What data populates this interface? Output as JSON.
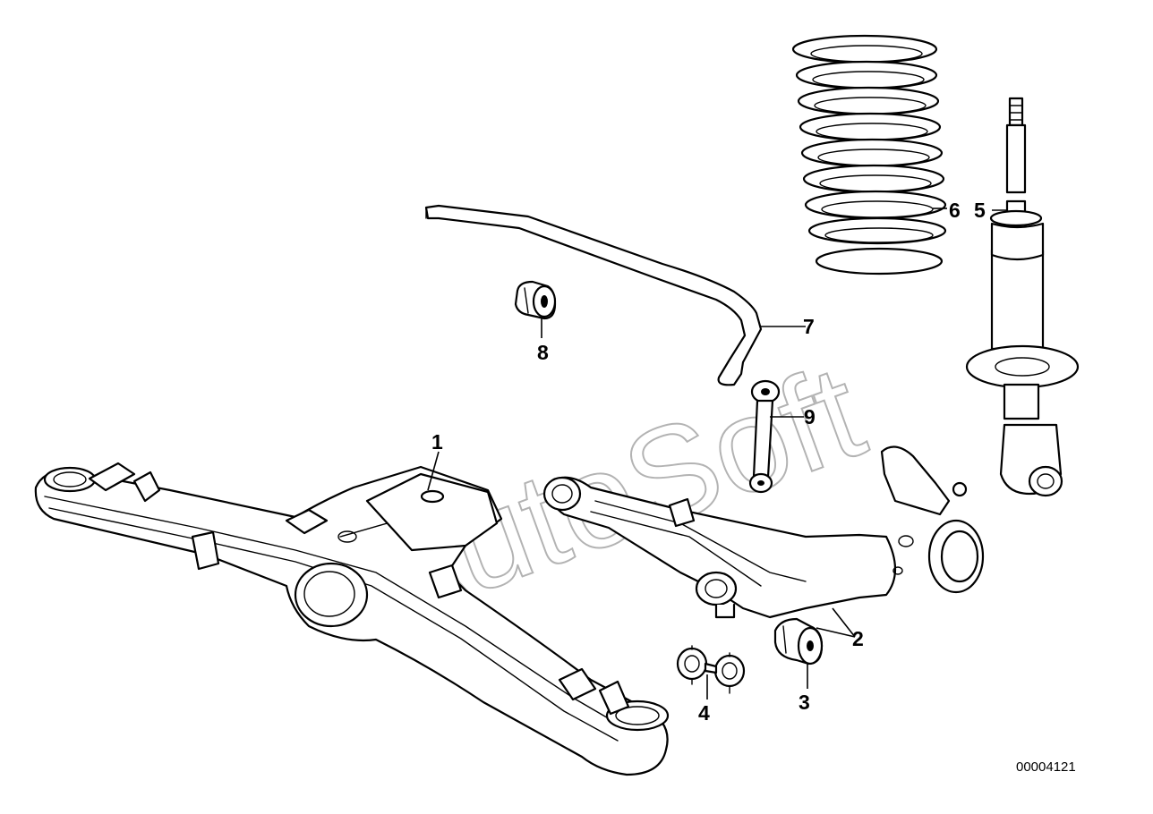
{
  "watermark": "AutoSoft",
  "catalog_number": "00004121",
  "callouts": {
    "c1": "1",
    "c2": "2",
    "c3": "3",
    "c4": "4",
    "c5": "5",
    "c6": "6",
    "c7": "7",
    "c8": "8",
    "c9": "9"
  },
  "colors": {
    "line": "#000000",
    "background": "#ffffff",
    "watermark": "#9a9a9a"
  }
}
